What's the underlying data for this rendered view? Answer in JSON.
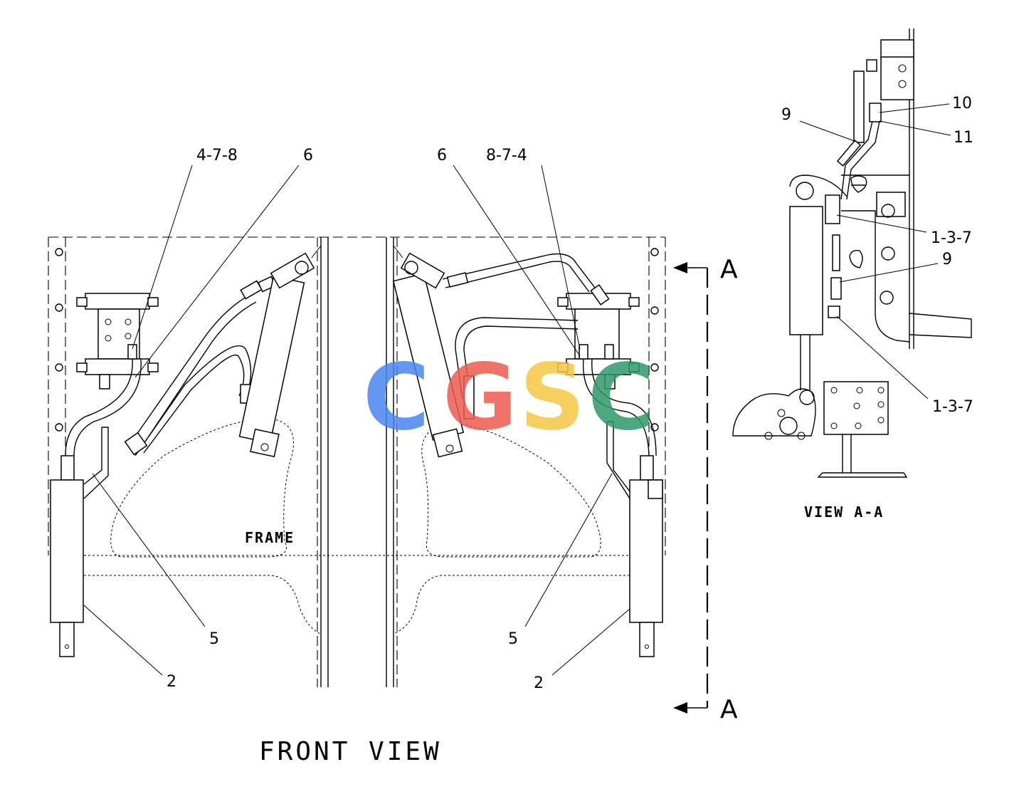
{
  "views": {
    "front_view": {
      "caption": "FRONT VIEW",
      "frame_label": "FRAME",
      "callouts": {
        "left_group": "4-7-8",
        "left_hose": "6",
        "left_tube": "5",
        "left_cylinder": "2",
        "right_hose": "6",
        "right_group": "8-7-4",
        "right_tube": "5",
        "right_cylinder": "2"
      }
    },
    "view_a_a": {
      "caption": "VIEW A-A",
      "callouts": {
        "hose_top": "9",
        "fitting_10": "10",
        "fitting_11": "11",
        "fitting_upper": "1-3-7",
        "hose_mid": "9",
        "fitting_lower": "1-3-7"
      }
    }
  },
  "section_markers": {
    "top": "A",
    "bottom": "A"
  },
  "watermark": {
    "letters": [
      "C",
      "G",
      "S",
      "C"
    ],
    "colors": [
      "#4a86f0",
      "#ee5b50",
      "#f5c842",
      "#2e9a6b"
    ]
  }
}
